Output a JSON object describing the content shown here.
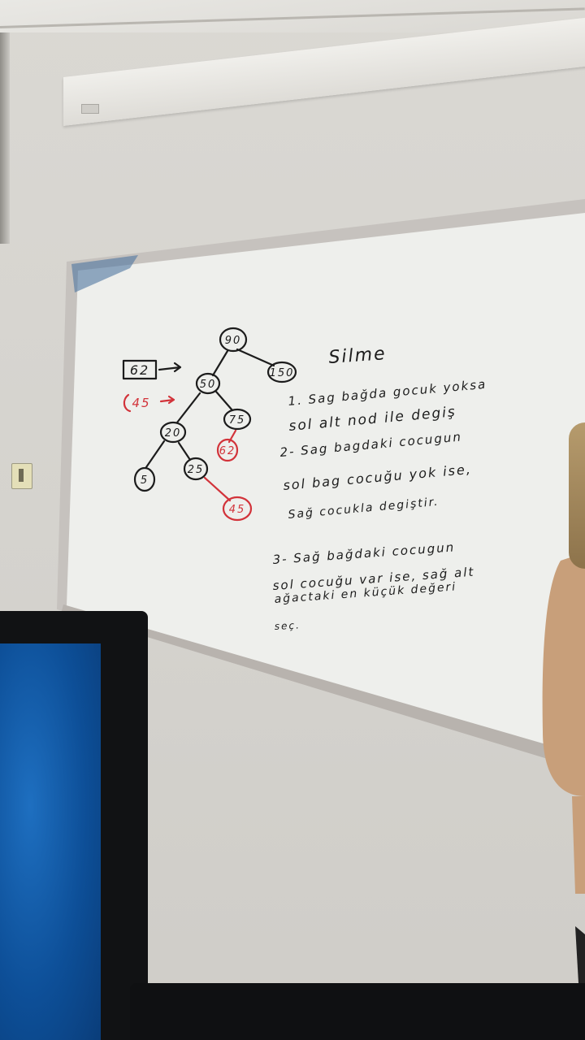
{
  "whiteboard": {
    "title": "Silme",
    "lines": [
      "1. Sag bağda gocuk yoksa",
      "sol alt nod ile degiş",
      "2- Sag bagdaki cocugun",
      "sol bag cocuğu yok ise,",
      "Sağ cocukla degiştir.",
      "3- Sağ bağdaki cocugun",
      "sol cocuğu var ise, sağ alt",
      "ağactaki en küçük değeri",
      "seç."
    ],
    "side_notes": {
      "boxed_value": "62",
      "red_value": "45"
    },
    "tree_nodes": [
      {
        "id": "root",
        "label": "90",
        "color": "#1c1c1c"
      },
      {
        "id": "right-child",
        "label": "150",
        "color": "#1c1c1c"
      },
      {
        "id": "left-child",
        "label": "50",
        "color": "#1c1c1c"
      },
      {
        "id": "node-20",
        "label": "20",
        "color": "#1c1c1c"
      },
      {
        "id": "node-75",
        "label": "75",
        "color": "#1c1c1c"
      },
      {
        "id": "node-5",
        "label": "5",
        "color": "#1c1c1c"
      },
      {
        "id": "node-25",
        "label": "25",
        "color": "#1c1c1c"
      },
      {
        "id": "node-62",
        "label": "62",
        "color": "#d2333a"
      },
      {
        "id": "node-45",
        "label": "45",
        "color": "#d2333a"
      }
    ]
  },
  "colors": {
    "marker_black": "#1c1c1c",
    "marker_red": "#d2333a",
    "board": "#eeefec",
    "frame": "#c9c5c1",
    "monitor_screen": "#0d4f98"
  }
}
